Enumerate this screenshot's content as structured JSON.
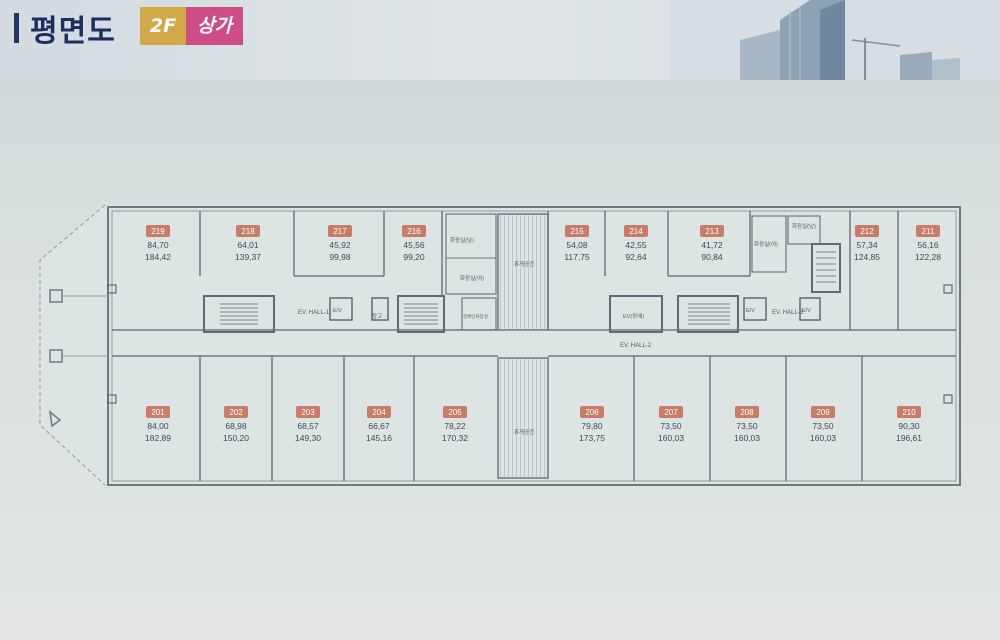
{
  "header": {
    "title": "평면도",
    "floor": "2F",
    "use": "상가"
  },
  "plan": {
    "units_top": [
      {
        "no": "219",
        "area1": "84,70",
        "area2": "184,42"
      },
      {
        "no": "218",
        "area1": "64,01",
        "area2": "139,37"
      },
      {
        "no": "217",
        "area1": "45,92",
        "area2": "99,98"
      },
      {
        "no": "216",
        "area1": "45,56",
        "area2": "99,20"
      },
      {
        "no": "215",
        "area1": "54,08",
        "area2": "117,75"
      },
      {
        "no": "214",
        "area1": "42,55",
        "area2": "92,64"
      },
      {
        "no": "213",
        "area1": "41,72",
        "area2": "90,84"
      },
      {
        "no": "212",
        "area1": "57,34",
        "area2": "124,85"
      },
      {
        "no": "211",
        "area1": "56,16",
        "area2": "122,28"
      }
    ],
    "units_bottom": [
      {
        "no": "201",
        "area1": "84,00",
        "area2": "182,89"
      },
      {
        "no": "202",
        "area1": "68,98",
        "area2": "150,20"
      },
      {
        "no": "203",
        "area1": "68,57",
        "area2": "149,30"
      },
      {
        "no": "204",
        "area1": "66,67",
        "area2": "145,16"
      },
      {
        "no": "205",
        "area1": "78,22",
        "area2": "170,32"
      },
      {
        "no": "206",
        "area1": "79,80",
        "area2": "173,75"
      },
      {
        "no": "207",
        "area1": "73,50",
        "area2": "160,03"
      },
      {
        "no": "208",
        "area1": "73,50",
        "area2": "160,03"
      },
      {
        "no": "209",
        "area1": "73,50",
        "area2": "160,03"
      },
      {
        "no": "210",
        "area1": "90,30",
        "area2": "196,61"
      }
    ],
    "labels": {
      "ev_hall_1": "EV. HALL-1",
      "ev_hall_2": "EV. HALL-2",
      "ev_hall_3": "EV. HALL-3",
      "rest_top": "휴게공간",
      "rest_bottom": "휴게공간",
      "restroom_m": "화장실(남)",
      "restroom_w": "화장실(여)",
      "restroom_r": "화장실(여)",
      "restroom_r2": "화장실(남)",
      "storage": "창고",
      "disabled_wc": "장애인화장실",
      "ev_accessible": "EV(장애)",
      "ev1": "E/V",
      "ev2": "E/V",
      "ev3": "E/V"
    }
  }
}
